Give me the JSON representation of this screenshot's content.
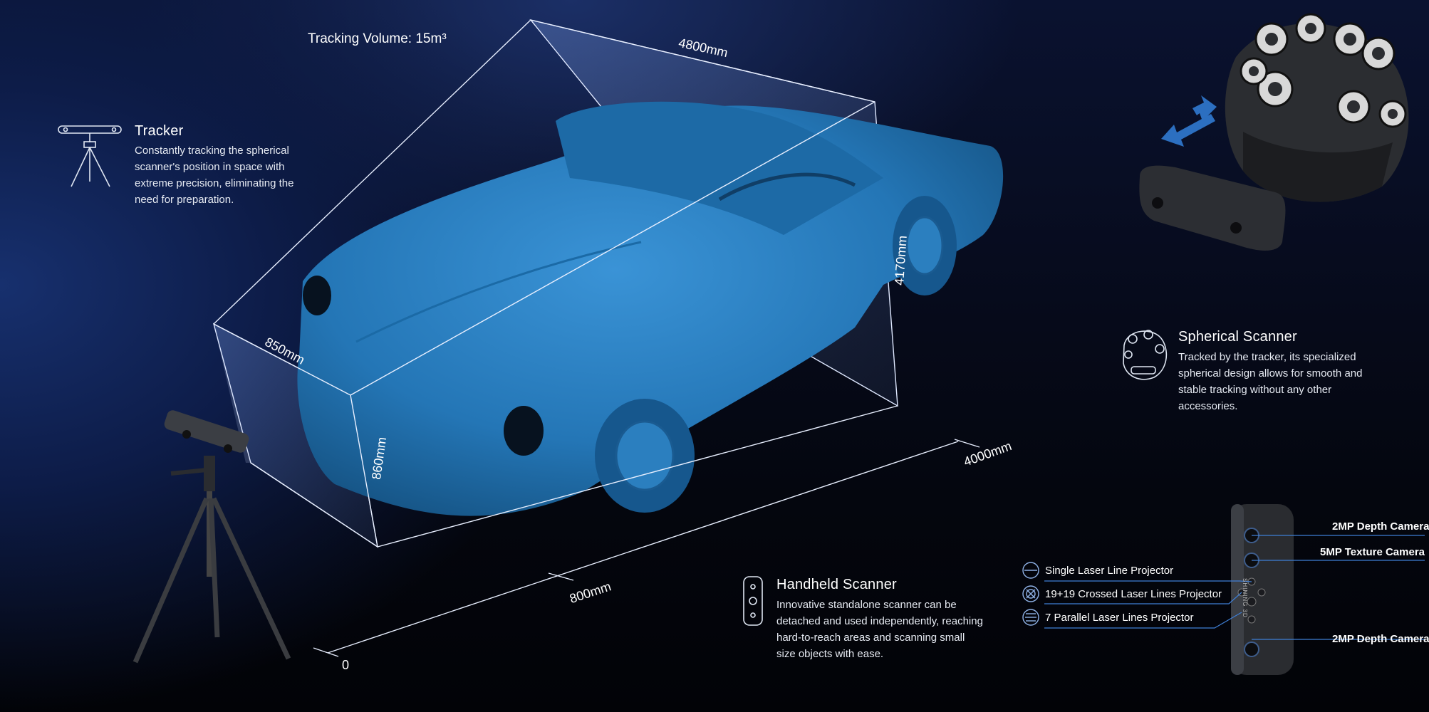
{
  "tracking_volume": "Tracking Volume: 15m³",
  "dimensions": {
    "top": "4800mm",
    "right": "4170mm",
    "left_depth": "850mm",
    "left_height": "860mm",
    "floor_right": "4000mm",
    "floor_mid": "800mm",
    "origin": "0"
  },
  "tracker": {
    "title": "Tracker",
    "description": "Constantly tracking the spherical scanner's position in space with extreme precision, eliminating the need for preparation."
  },
  "spherical": {
    "title": "Spherical Scanner",
    "description": "Tracked by the tracker, its specialized spherical design allows for smooth and stable tracking without any other accessories."
  },
  "handheld": {
    "title": "Handheld Scanner",
    "description": "Innovative standalone scanner can be detached and used independently, reaching hard-to-reach areas and scanning small size objects with ease."
  },
  "projectors": [
    "Single Laser Line Projector",
    "19+19 Crossed Laser Lines Projector",
    "7 Parallel Laser Lines Projector"
  ],
  "cameras": [
    "2MP Depth Camera",
    "5MP Texture Camera",
    "2MP Depth Camera"
  ],
  "brand": "SHINING 3D",
  "colors": {
    "car": "#2a7fc0",
    "accent": "#2f7fe0"
  }
}
